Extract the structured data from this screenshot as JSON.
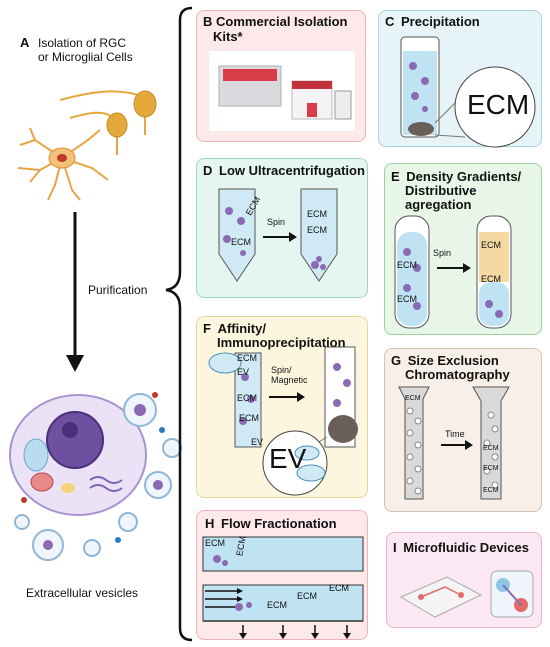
{
  "left": {
    "a_letter": "A",
    "a_title_line1": "Isolation of RGC",
    "a_title_line2": "or Microglial Cells",
    "purification": "Purification",
    "extracellular_vesicles": "Extracellular vesicles"
  },
  "panels": {
    "b": {
      "letter": "B",
      "title_line1": "Commercial Isolation",
      "title_line2": "Kits*"
    },
    "c": {
      "letter": "C",
      "title": "Precipitation",
      "ecm": "ECM"
    },
    "d": {
      "letter": "D",
      "title": "Low Ultracentrifugation",
      "spin": "Spin",
      "ecm": "ECM"
    },
    "e": {
      "letter": "E",
      "title_line1": "Density Gradients/",
      "title_line2": "Distributive",
      "title_line3": "agregation",
      "spin": "Spin",
      "ecm": "ECM"
    },
    "f": {
      "letter": "F",
      "title_line1": "Affinity/",
      "title_line2": "Immunoprecipitation",
      "action_line1": "Spin/",
      "action_line2": "Magnetic",
      "ecm": "ECM",
      "ev": "EV"
    },
    "g": {
      "letter": "G",
      "title_line1": "Size Exclusion",
      "title_line2": "Chromatography",
      "time": "Time",
      "ecm": "ECM"
    },
    "h": {
      "letter": "H",
      "title": "Flow Fractionation",
      "ecm": "ECM"
    },
    "i": {
      "letter": "I",
      "title": "Microfluidic Devices"
    }
  },
  "colors": {
    "panel_b": "#fde8ea",
    "panel_c": "#e6f3f7",
    "panel_d": "#e5f5ef",
    "panel_e": "#e8f6e8",
    "panel_f": "#fdf6df",
    "panel_g": "#f7efe8",
    "panel_h": "#fde8ea",
    "panel_i": "#fbe8f2",
    "tube_fill": "#bfe3f3",
    "gold": "#e3a93a",
    "cell_purple": "#8a6bb3"
  }
}
